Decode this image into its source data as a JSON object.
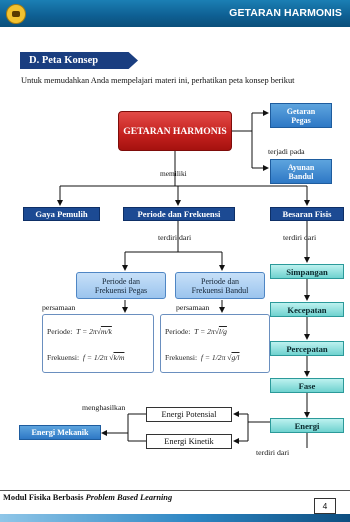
{
  "header": {
    "title": "GETARAN HARMONIS"
  },
  "section": {
    "title": "D.  Peta Konsep"
  },
  "intro": "Untuk memudahkan Anda mempelajari materi ini, perhatikan peta konsep berikut",
  "map": {
    "main": "GETARAN HARMONIS",
    "getaran_pegas": [
      "Getaran",
      "Pegas"
    ],
    "ayunan_bandul": [
      "Ayunan",
      "Bandul"
    ],
    "terjadi_pada": "terjadi pada",
    "memiliki": "memiliki",
    "gaya_pemulih": "Gaya Pemulih",
    "periode_frekuensi": "Periode dan Frekuensi",
    "besaran_fisis": "Besaran Fisis",
    "terdiri_dari_1": "terdiri dari",
    "terdiri_dari_2": "terdiri dari",
    "pf_pegas": [
      "Periode dan",
      "Frekuensi Pegas"
    ],
    "pf_bandul": [
      "Periode dan",
      "Frekuensi Bandul"
    ],
    "persamaan_1": "persamaan",
    "persamaan_2": "persamaan",
    "formula_pegas": {
      "periode": "Periode:",
      "frekuensi": "Frekuensi:"
    },
    "formula_bandul": {
      "periode": "Periode:",
      "frekuensi": "Frekuensi:"
    },
    "simpangan": "Simpangan",
    "kecepatan": "Kecepatan",
    "percepatan": "Percepatan",
    "fase": "Fase",
    "energi": "Energi",
    "energi_potensial": "Energi Potensial",
    "energi_kinetik": "Energi Kinetik",
    "terdiri_dari_3": "terdiri dari",
    "menghasilkan": "menghasilkan",
    "energi_mekanik": "Energi Mekanik"
  },
  "footer": {
    "text_prefix": "Modul Fisika Berbasis ",
    "text_italic": "Problem Based Learning",
    "page": "4"
  }
}
